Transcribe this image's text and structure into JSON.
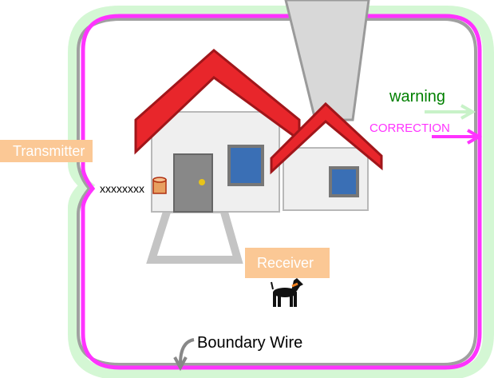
{
  "labels": {
    "transmitter": "Transmitter",
    "receiver": "Receiver",
    "warning": "warning",
    "correction": "CORRECTION",
    "boundary_wire": "Boundary Wire",
    "signal": "xxxxxxxx"
  },
  "colors": {
    "wire": "#ff33ff",
    "warning_zone": "#d4f7d4",
    "warning_text": "#008000",
    "label_bg": "#fbc895",
    "roof": "#e8262b"
  }
}
